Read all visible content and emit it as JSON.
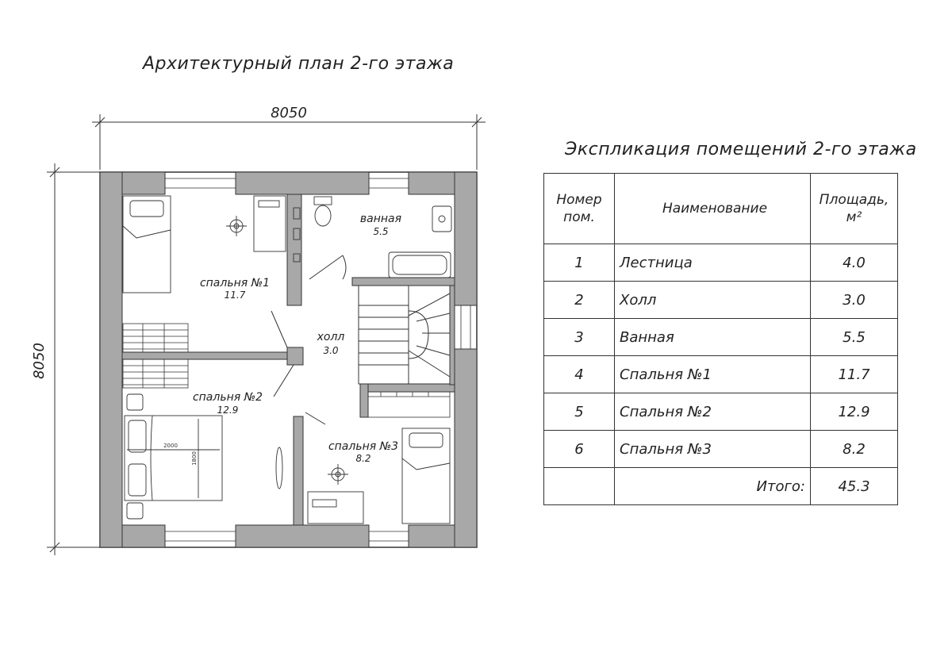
{
  "plan": {
    "title": "Архитектурный план 2-го этажа",
    "dim_horizontal": "8050",
    "dim_vertical": "8050",
    "rooms": [
      {
        "label": "спальня №1",
        "area": "11.7"
      },
      {
        "label": "ванная",
        "area": "5.5"
      },
      {
        "label": "холл",
        "area": "3.0"
      },
      {
        "label": "спальня №2",
        "area": "12.9"
      },
      {
        "label": "спальня №3",
        "area": "8.2"
      }
    ],
    "bed_dims": {
      "width": "2000",
      "length": "1800"
    }
  },
  "explication": {
    "title": "Экспликация помещений 2-го этажа",
    "headers": {
      "number": "Номер пом.",
      "name": "Наименование",
      "area": "Площадь, м²"
    },
    "rows": [
      {
        "number": "1",
        "name": "Лестница",
        "area": "4.0"
      },
      {
        "number": "2",
        "name": "Холл",
        "area": "3.0"
      },
      {
        "number": "3",
        "name": "Ванная",
        "area": "5.5"
      },
      {
        "number": "4",
        "name": "Спальня №1",
        "area": "11.7"
      },
      {
        "number": "5",
        "name": "Спальня №2",
        "area": "12.9"
      },
      {
        "number": "6",
        "name": "Спальня №3",
        "area": "8.2"
      }
    ],
    "total_label": "Итого:",
    "total_value": "45.3"
  }
}
